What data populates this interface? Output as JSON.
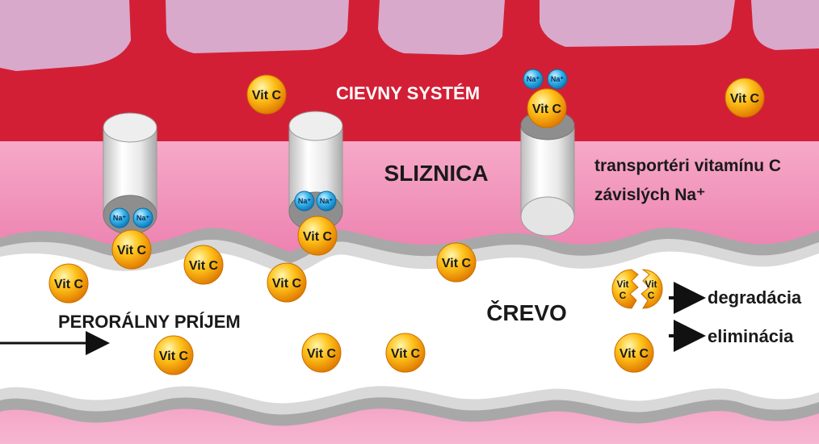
{
  "labels": {
    "vascular_system": "CIEVNY SYSTÉM",
    "mucosa": "SLIZNICA",
    "intestine": "ČREVO",
    "oral_intake": "PERORÁLNY PRÍJEM",
    "transporters_line1": "transportéri vitamínu C",
    "transporters_line2": "závislých Na⁺",
    "degradation": "degradácia",
    "elimination": "eliminácia"
  },
  "molecule_labels": {
    "vitamin_c": "Vit C",
    "sodium": "Na⁺",
    "vit_split_top": "Vit",
    "vit_split_bottom": "C"
  },
  "colors": {
    "blood": "#d31f35",
    "blood_cells": "#d6a4c8",
    "mucosa": "#f090b6",
    "intestine_wall": "#a9a9a9",
    "intestine_lumen": "#ffffff",
    "vitamin_c": "#f5a300",
    "sodium": "#2aa6e0",
    "transporter": "#e6e6e6"
  },
  "icons": [
    "vitamin-c-molecule-icon",
    "sodium-ion-icon",
    "transporter-channel-icon",
    "arrow-right-icon",
    "broken-vitamin-c-icon"
  ]
}
